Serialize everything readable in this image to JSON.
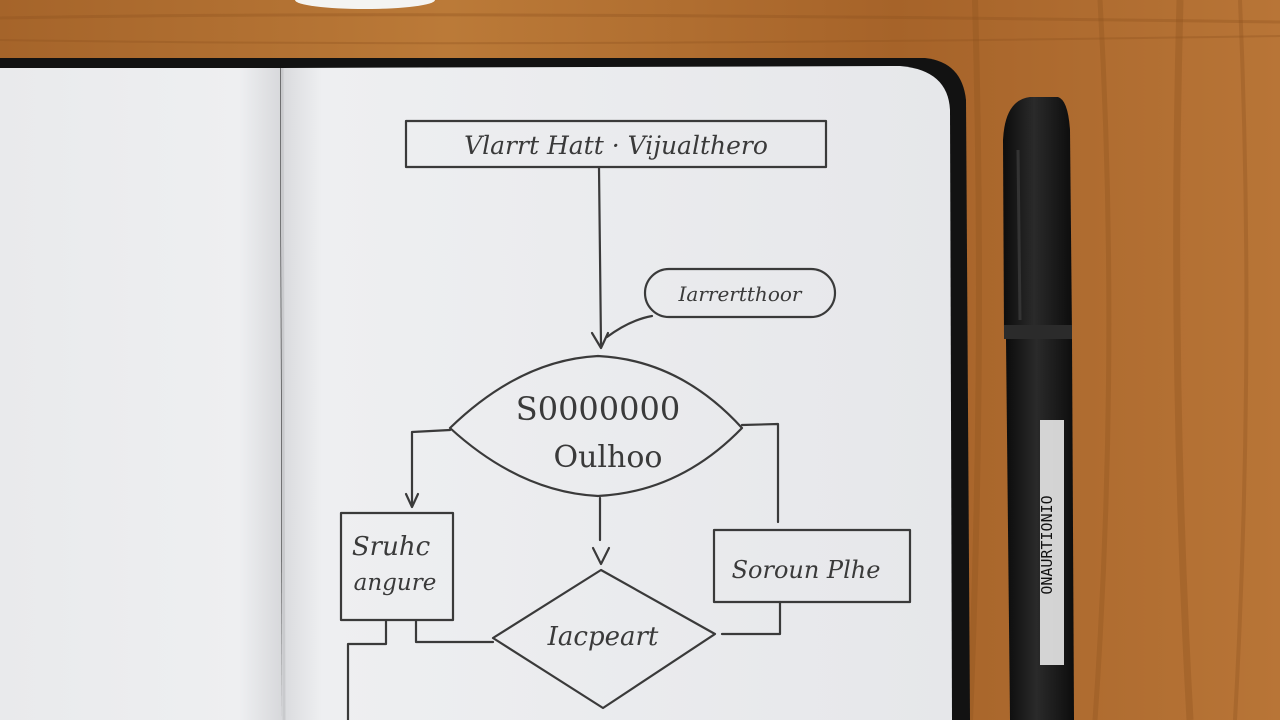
{
  "scene": {
    "table_color": "#b3702f",
    "paper_color": "#eeeff1",
    "ink_color": "#3a3a3a",
    "pen_color": "#151515"
  },
  "flowchart": {
    "title_box": "Vlarrt Hatt · Vijualthero",
    "callout": "Iarrertthoor",
    "decision_1_line_1": "S0000000",
    "decision_1_line_2": "Oulhoo",
    "left_box_line_1": "Sruhc",
    "left_box_line_2": "angure",
    "right_box": "Soroun Plhe",
    "decision_2": "Iacpeart"
  },
  "pen": {
    "barrel_label": "ONAURTIONIO"
  }
}
